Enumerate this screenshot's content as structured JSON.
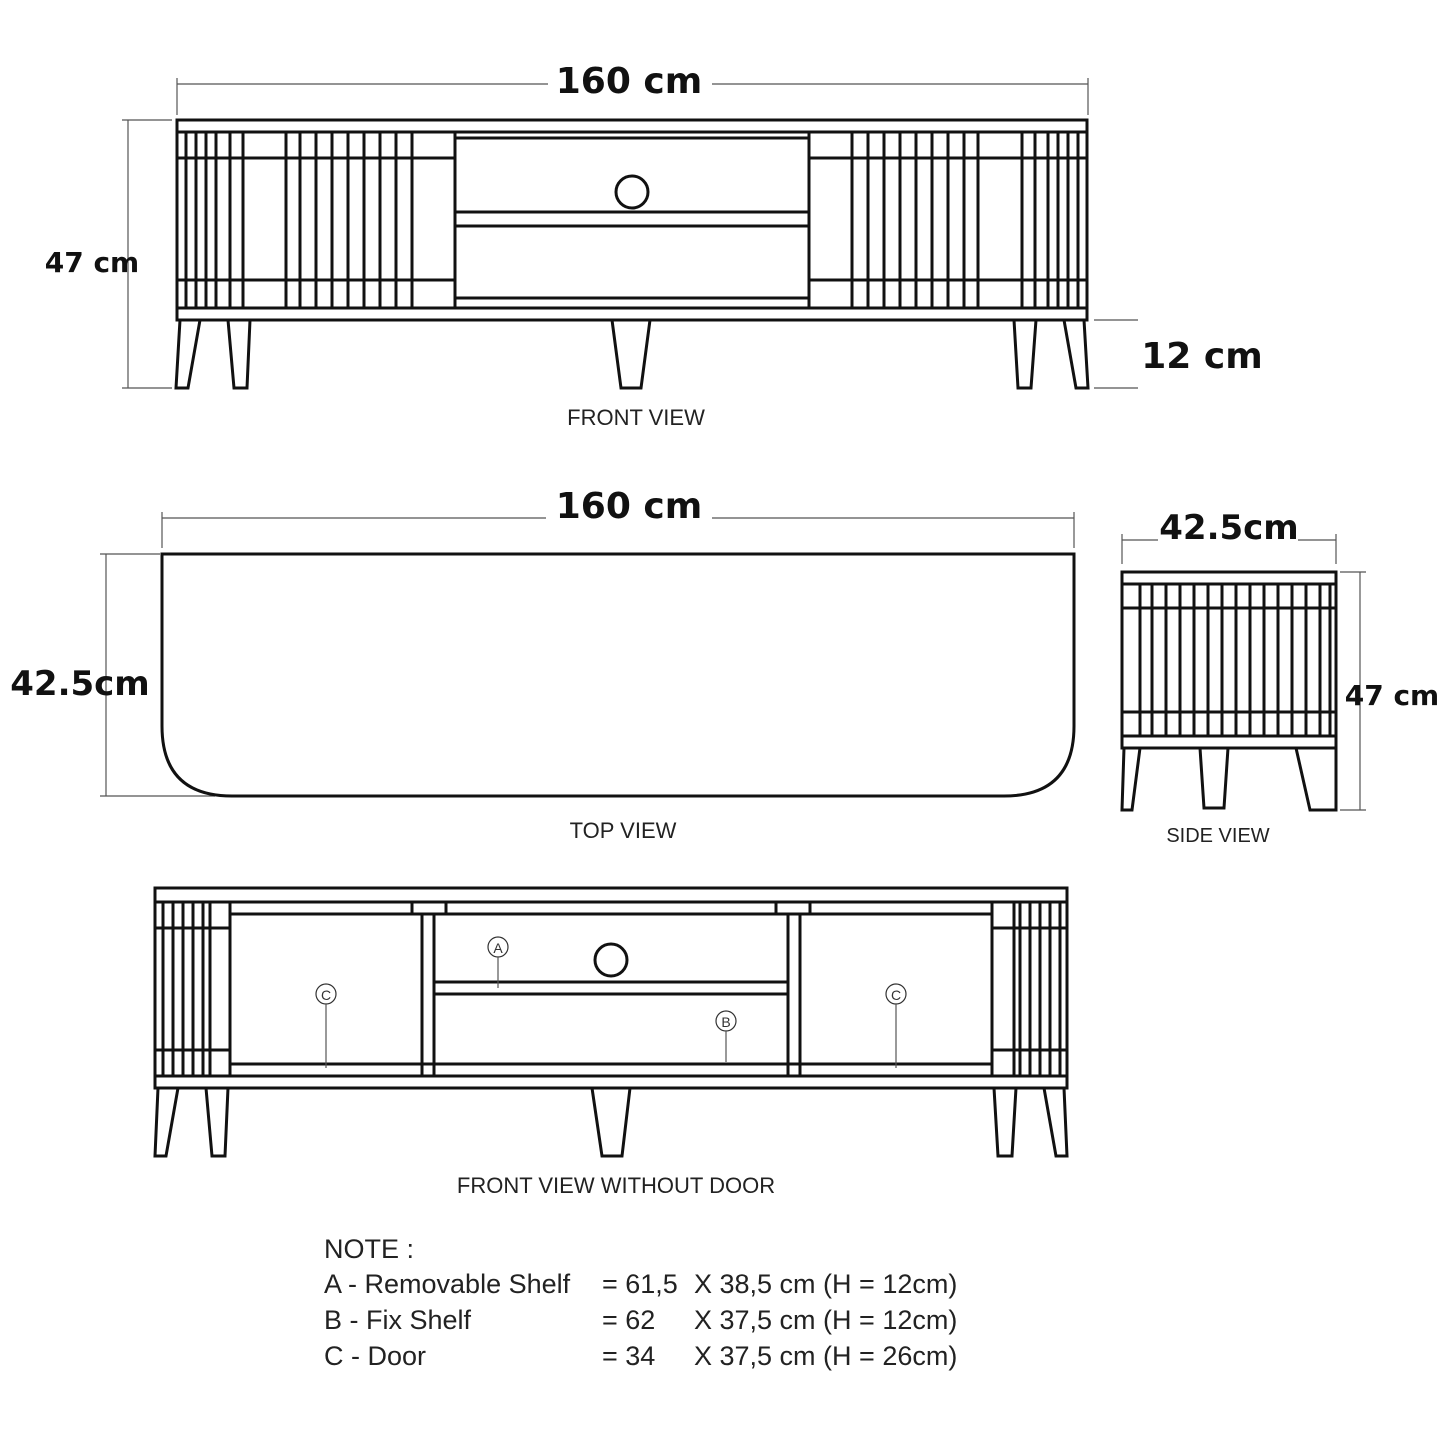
{
  "dimensions": {
    "front_width": "160 cm",
    "front_height": "47 cm",
    "leg_height": "12 cm",
    "top_width": "160 cm",
    "top_depth": "42.5cm",
    "side_depth": "42.5cm",
    "side_height": "47 cm"
  },
  "captions": {
    "front_view": "FRONT VIEW",
    "top_view": "TOP VIEW",
    "side_view": "SIDE VIEW",
    "front_no_door": "FRONT VIEW WITHOUT DOOR"
  },
  "callouts": {
    "a": "A",
    "b": "B",
    "c_left": "C",
    "c_right": "C"
  },
  "note": {
    "title": "NOTE :",
    "rows": [
      {
        "label": "A - Removable Shelf",
        "eq": "= 61,5",
        "dims": "X 38,5 cm (H = 12cm)"
      },
      {
        "label": "B - Fix Shelf",
        "eq": "= 62",
        "dims": "X 37,5 cm (H = 12cm)"
      },
      {
        "label": "C - Door",
        "eq": "= 34",
        "dims": "X 37,5 cm (H = 26cm)"
      }
    ]
  }
}
